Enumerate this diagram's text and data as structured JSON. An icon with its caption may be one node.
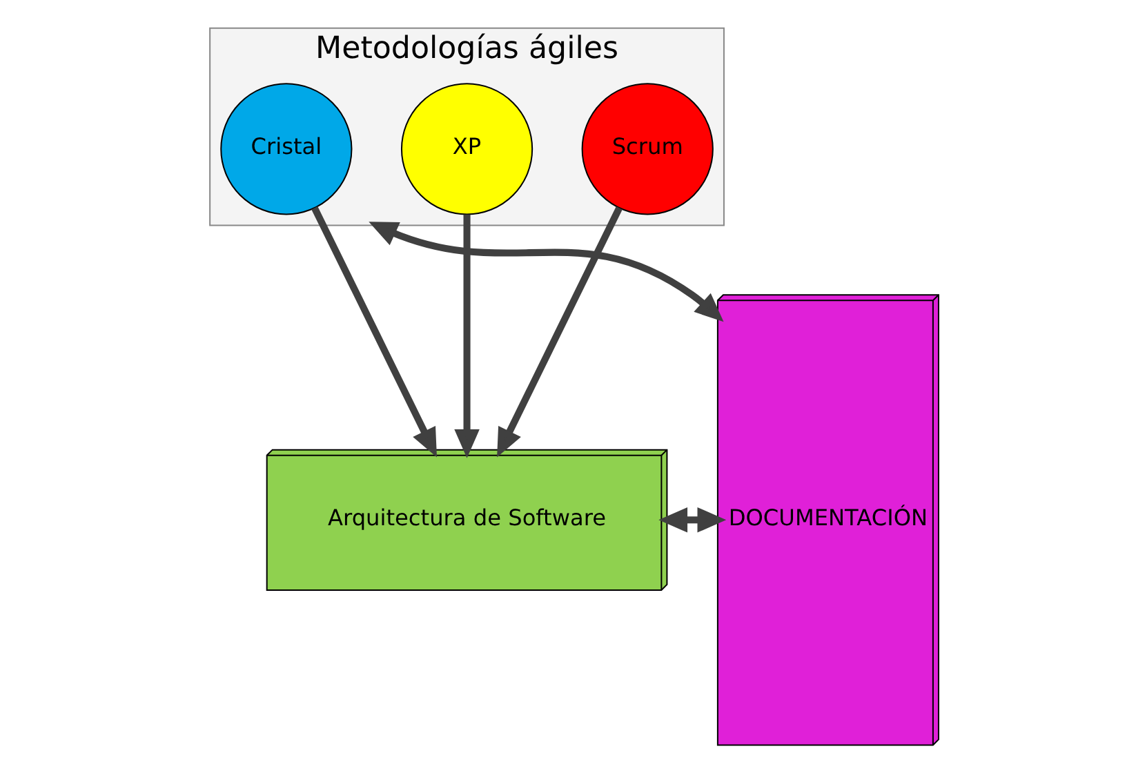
{
  "diagram": {
    "nodes": [
      {
        "text": [
          "Metodologías ágiles"
        ]
      },
      {
        "text": [
          "Scrum"
        ],
        "in": 0
      },
      {
        "text": [
          "XP"
        ],
        "in": 0
      },
      {
        "text": [
          "Cristal"
        ],
        "in": 0
      },
      {
        "text": [
          "Arquitectura de Software"
        ]
      },
      {
        "text": [
          "DOCUMENTACIÓN"
        ]
      }
    ],
    "edges": [
      {
        "from": 1,
        "to": 4,
        "arrow": "to"
      },
      {
        "from": 2,
        "to": 4,
        "arrow": "to"
      },
      {
        "from": 3,
        "to": 4,
        "arrow": "to"
      },
      {
        "from": 0,
        "to": 5,
        "arrow": "both"
      },
      {
        "from": 4,
        "to": 5,
        "arrow": "both"
      }
    ]
  }
}
